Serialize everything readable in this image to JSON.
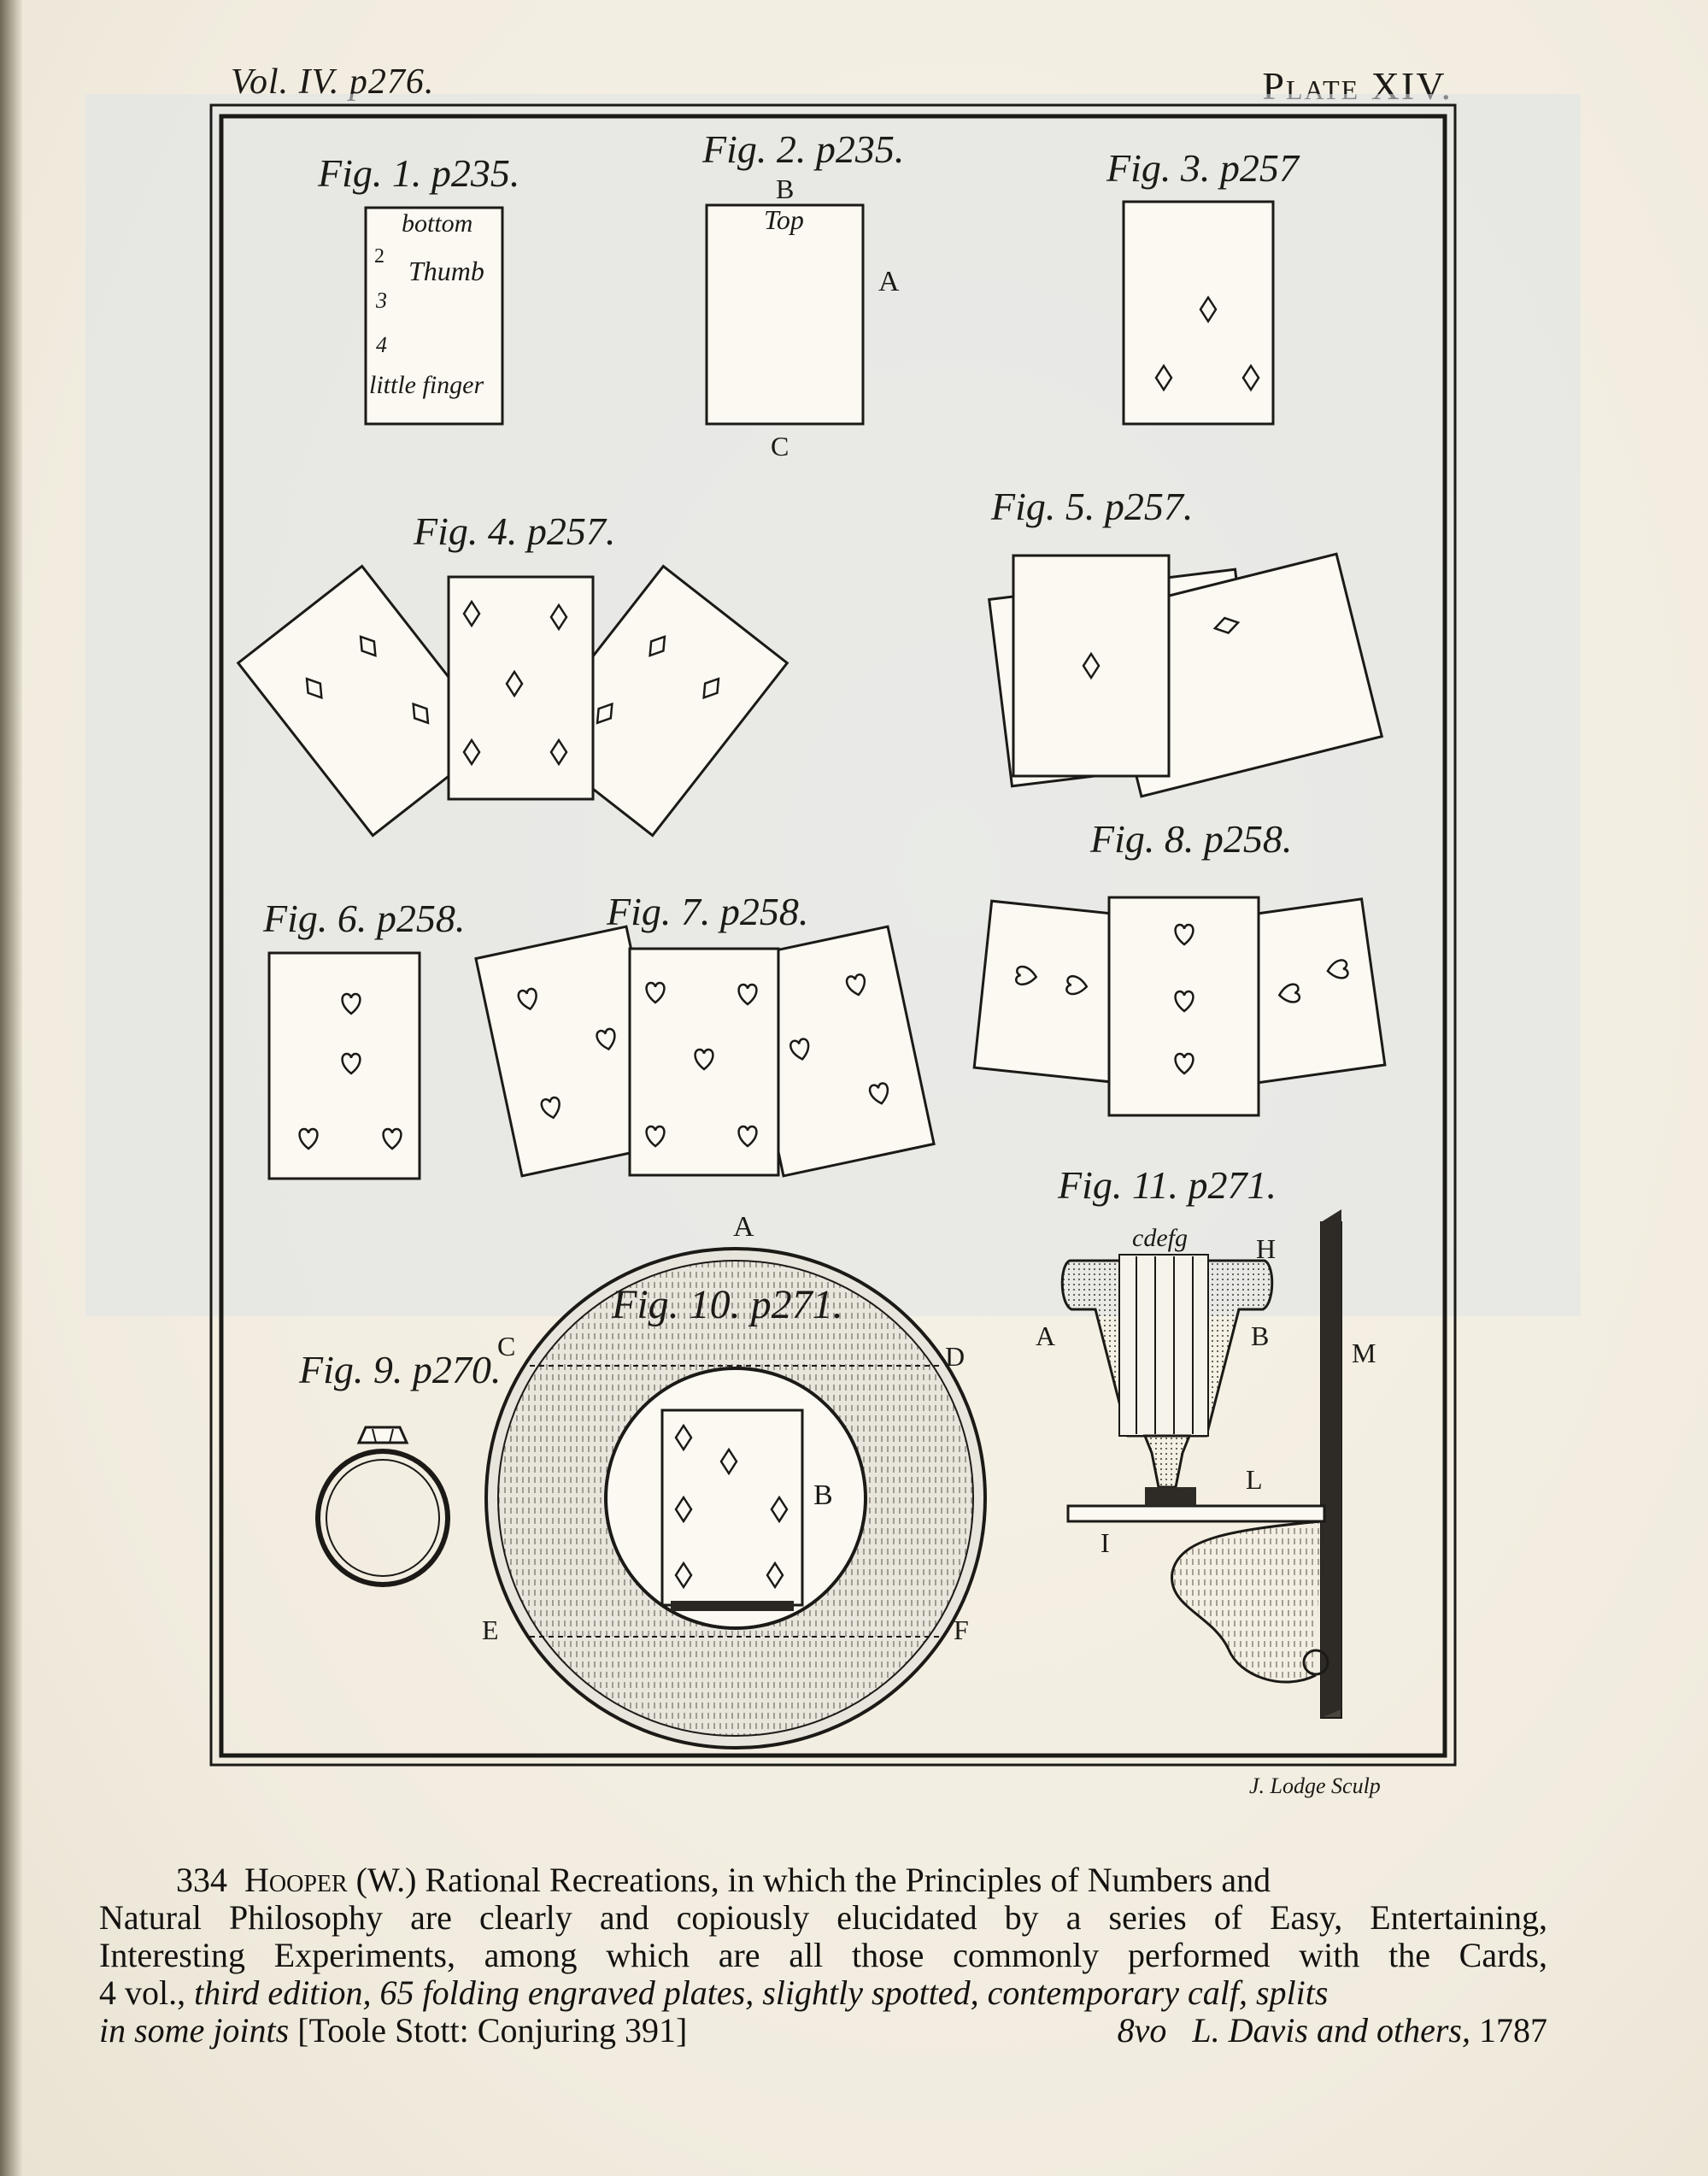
{
  "plate": {
    "volume_label": "Vol. IV. p276.",
    "plate_label": "Plate XIV.",
    "engraver": "J. Lodge Sculp"
  },
  "figures": {
    "fig1": {
      "caption": "Fig. 1. p235.",
      "labels": [
        "bottom",
        "2",
        "Thumb",
        "3",
        "4",
        "little finger"
      ]
    },
    "fig2": {
      "caption": "Fig. 2. p235.",
      "labels": [
        "B",
        "Top",
        "A",
        "C"
      ]
    },
    "fig3": {
      "caption": "Fig. 3. p257"
    },
    "fig4": {
      "caption": "Fig. 4. p257."
    },
    "fig5": {
      "caption": "Fig. 5. p257."
    },
    "fig6": {
      "caption": "Fig. 6. p258."
    },
    "fig7": {
      "caption": "Fig. 7. p258."
    },
    "fig8": {
      "caption": "Fig. 8. p258."
    },
    "fig9": {
      "caption": "Fig. 9. p270."
    },
    "fig10": {
      "caption": "Fig. 10. p271.",
      "labels": [
        "A",
        "B",
        "C",
        "D",
        "E",
        "F"
      ]
    },
    "fig11": {
      "caption": "Fig. 11. p271.",
      "labels": [
        "cdefg",
        "H",
        "A",
        "B",
        "M",
        "L",
        "I"
      ]
    }
  },
  "catalog": {
    "lot_number": "334",
    "author": "Hooper (W.)",
    "title_line1": "Rational Recreations, in which the Principles of Numbers and",
    "line2": "Natural Philosophy are clearly and copiously elucidated by a series of Easy, Entertaining,",
    "line3": "Interesting Experiments, among which are all those commonly performed with the Cards,",
    "line4_plain": "4 vol.,",
    "line4_italic": "third edition, 65 folding engraved plates, slightly spotted, contemporary calf, splits",
    "line5_italic": "in some joints",
    "line5_ref": "[Toole Stott: Conjuring 391]",
    "format": "8vo",
    "publisher": "L. Davis and others,",
    "year": "1787"
  }
}
